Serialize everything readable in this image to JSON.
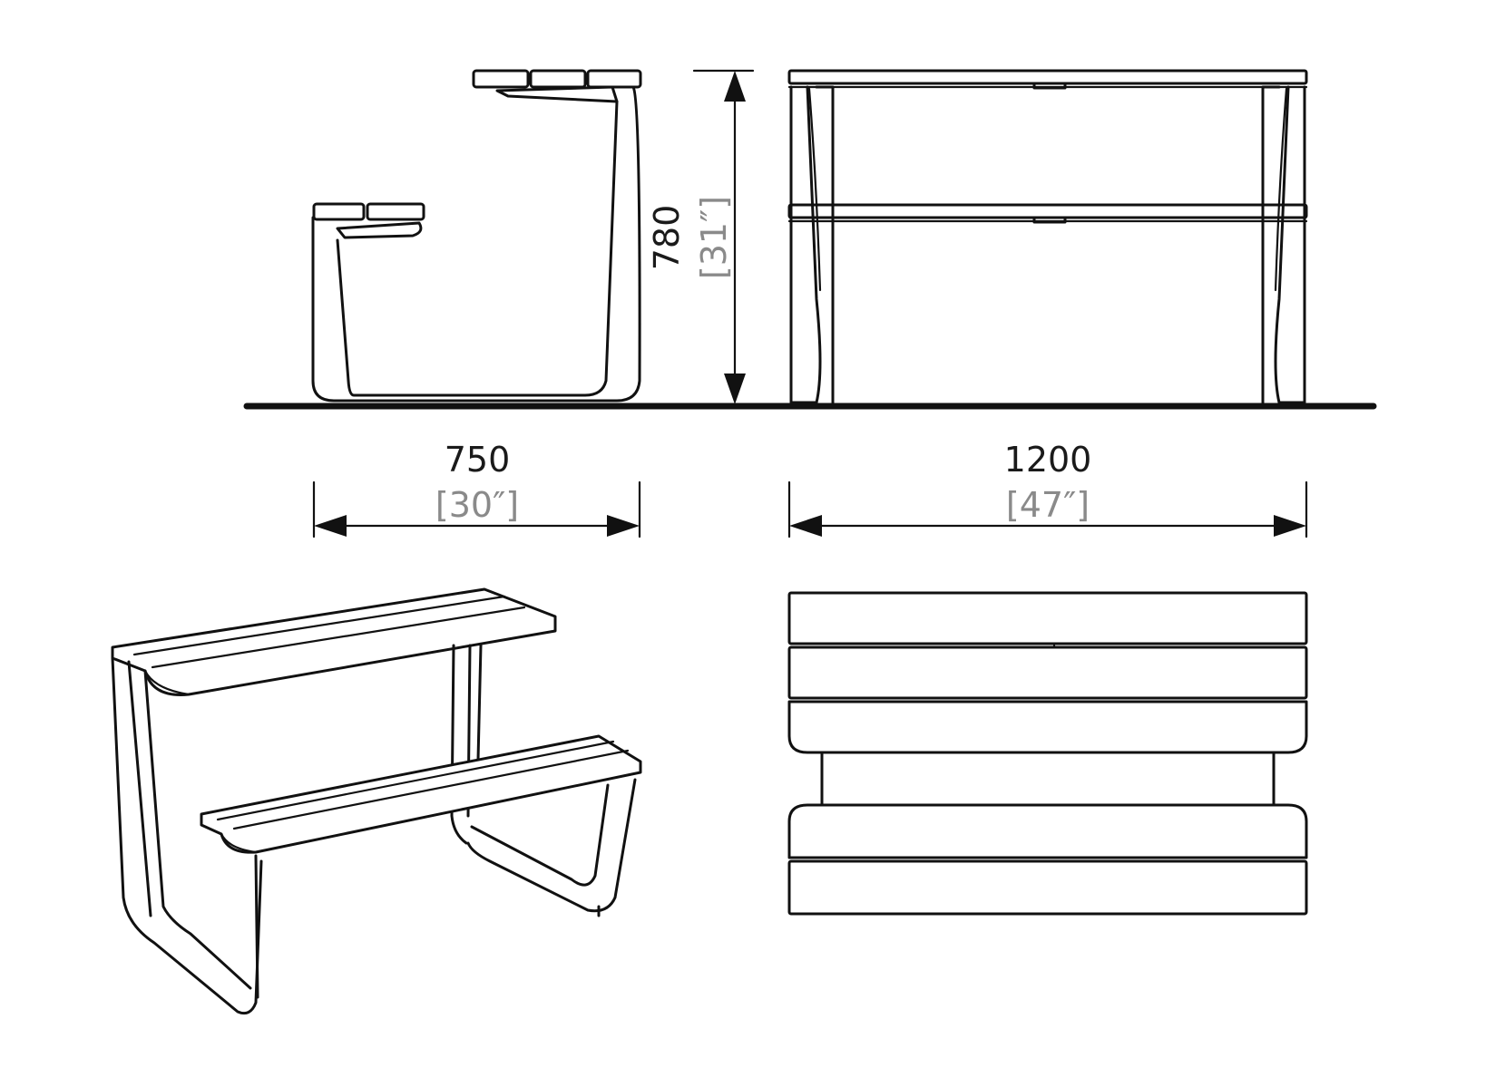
{
  "dimensions": {
    "height": {
      "mm": "780",
      "inch": "[31″]"
    },
    "depth": {
      "mm": "750",
      "inch": "[30″]"
    },
    "width": {
      "mm": "1200",
      "inch": "[47″]"
    }
  },
  "colors": {
    "line": "#111111",
    "mm_text": "#1a1a1a",
    "inch_text": "#8a8a8a",
    "background": "#ffffff"
  }
}
